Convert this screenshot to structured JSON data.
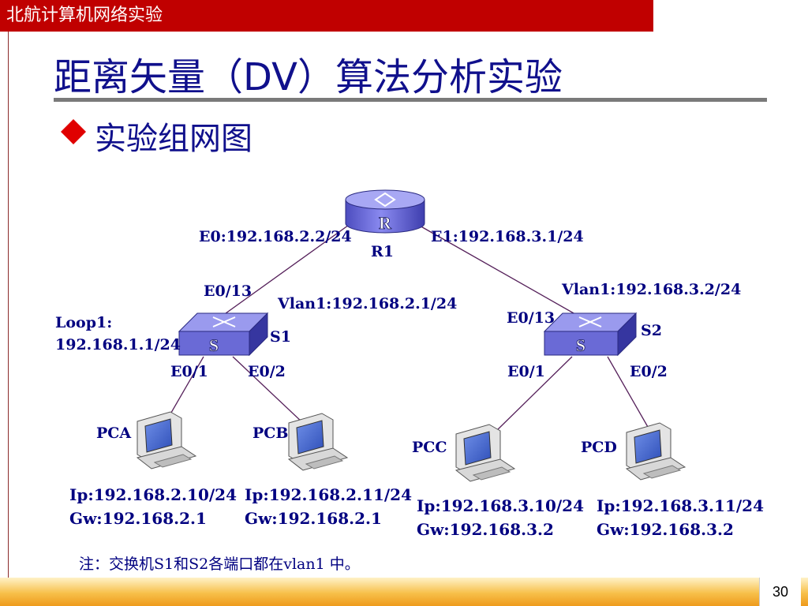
{
  "header": {
    "banner_text": "北航计算机网络实验",
    "banner_color": "#c00000"
  },
  "title": "距离矢量（DV）算法分析实验",
  "subtitle": "实验组网图",
  "bullet_color": "#e00000",
  "diagram": {
    "router": {
      "glyph": "R",
      "name": "R1",
      "e0": "E0:192.168.2.2/24",
      "e1": "E1:192.168.3.1/24"
    },
    "switch_s1": {
      "glyph": "S",
      "name": "S1",
      "uplink_port": "E0/13",
      "vlan": "Vlan1:192.168.2.1/24",
      "loop_label": "Loop1:",
      "loop_ip": "192.168.1.1/24",
      "port_a": "E0/1",
      "port_b": "E0/2"
    },
    "switch_s2": {
      "glyph": "S",
      "name": "S2",
      "uplink_port": "E0/13",
      "vlan": "Vlan1:192.168.3.2/24",
      "port_a": "E0/1",
      "port_b": "E0/2"
    },
    "pcs": [
      {
        "name": "PCA",
        "ip": "Ip:192.168.2.10/24",
        "gw": "Gw:192.168.2.1"
      },
      {
        "name": "PCB",
        "ip": "Ip:192.168.2.11/24",
        "gw": "Gw:192.168.2.1"
      },
      {
        "name": "PCC",
        "ip": "Ip:192.168.3.10/24",
        "gw": "Gw:192.168.3.2"
      },
      {
        "name": "PCD",
        "ip": "Ip:192.168.3.11/24",
        "gw": "Gw:192.168.3.2"
      }
    ],
    "note": "注：交换机S1和S2各端口都在vlan1 中。",
    "device_color": "#6b6bd6",
    "link_color": "#55205a"
  },
  "footer": {
    "page_number": "30"
  }
}
